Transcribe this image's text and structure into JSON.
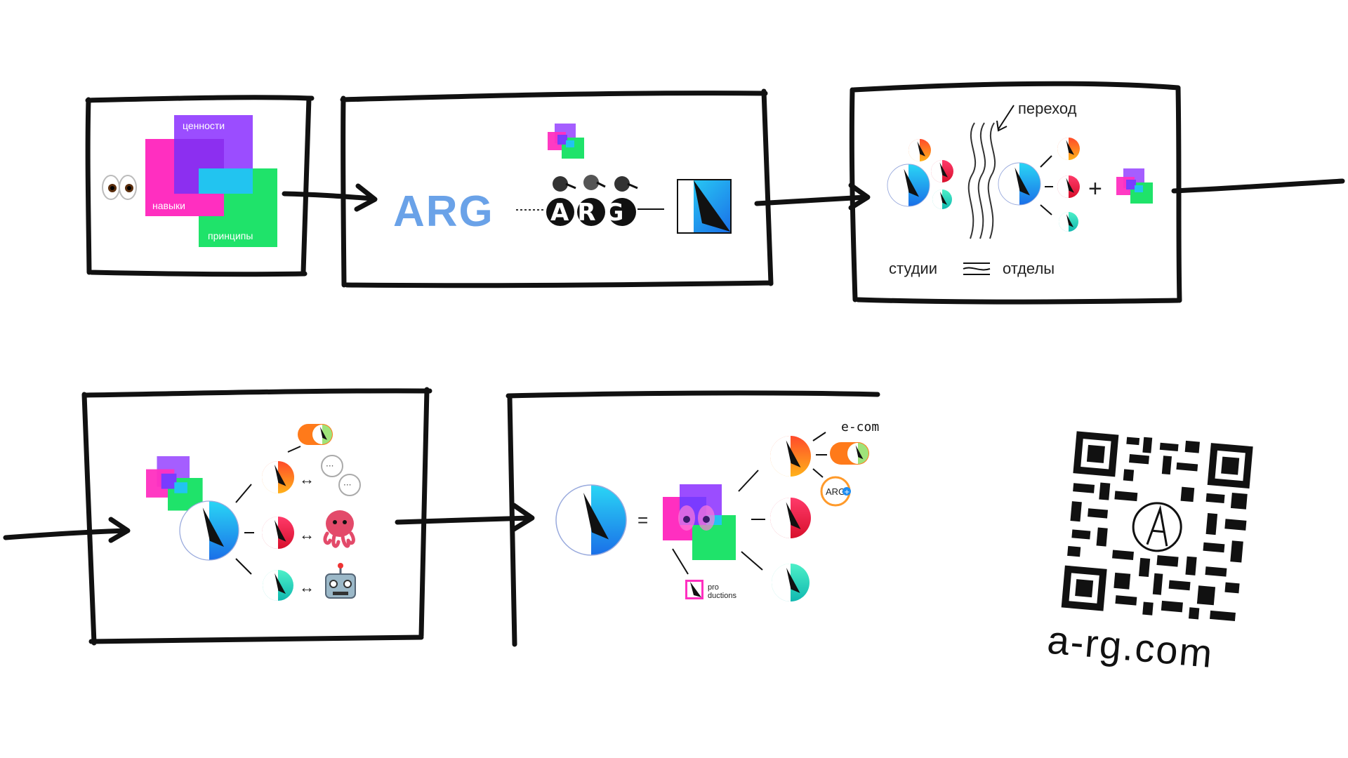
{
  "panel1": {
    "label_values": "ценности",
    "label_skills": "навыки",
    "label_principles": "принципы",
    "eyes_icon": "eyes-emoji"
  },
  "panel2": {
    "logo_text": "ARG",
    "sketch_logo_text": "ARG"
  },
  "panel3": {
    "label_transition": "переход",
    "label_studios": "студии",
    "label_departments": "отделы",
    "plus_sign": "+"
  },
  "panel4": {
    "swap_symbol": "↔",
    "icons": [
      "speech-bubbles-icon",
      "octopus-icon",
      "robot-icon"
    ]
  },
  "panel5": {
    "equals_sign": "=",
    "label_ecom": "e-com",
    "label_arg_badge": "ARG",
    "label_productions_1": "pro",
    "label_productions_2": "ductions"
  },
  "qr": {
    "url_text": "a-rg.com"
  },
  "colors": {
    "magenta": "#ff2fc0",
    "purple": "#9b4dff",
    "green": "#1fe36a",
    "cyan": "#22c4f0",
    "blue": "#1d8cf0",
    "orange": "#ff7a1a",
    "red": "#ee1c4a",
    "teal": "#19d6b4",
    "ink": "#111111"
  }
}
